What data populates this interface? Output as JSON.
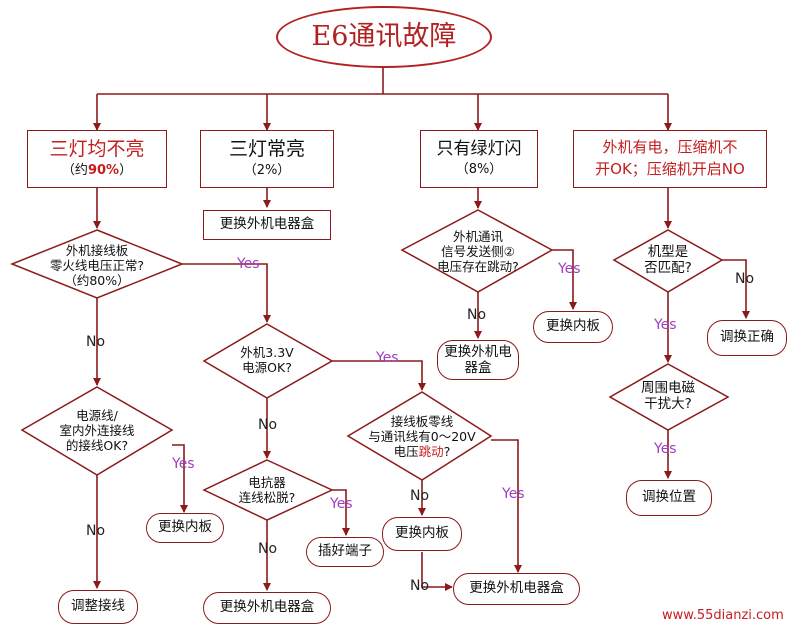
{
  "title": "E6通讯故障",
  "branches": [
    {
      "line1": "三灯均不亮",
      "line2_pre": "（约",
      "line2_hl": "90%",
      "line2_post": "）"
    },
    {
      "line1": "三灯常亮",
      "line2": "（2%）"
    },
    {
      "line1": "只有绿灯闪",
      "line2": "（8%）"
    },
    {
      "line1": "外机有电，压缩机不",
      "line2": "开OK；压缩机开启NO"
    }
  ],
  "decisions": {
    "d1": [
      "外机接线板",
      "零火线电压正常?",
      "（约80%）"
    ],
    "d2": [
      "电源线/",
      "室内外连接线",
      "的接线OK?"
    ],
    "d3": [
      "外机3.3V",
      "电源OK?"
    ],
    "d4": [
      "电抗器",
      "连线松脱?"
    ],
    "d5": [
      "接线板零线",
      "与通讯线有0～20V"
    ],
    "d5_last_pre": "电压",
    "d5_last_hl": "跳动",
    "d5_last_post": "?",
    "d6": [
      "外机通讯",
      "信号发送侧②",
      "电压存在跳动?"
    ],
    "d7": [
      "机型是",
      "否匹配?"
    ],
    "d8": [
      "周围电磁",
      "干扰大?"
    ]
  },
  "actions": {
    "replace_outdoor_box_top": "更换外机电器盒",
    "replace_indoor_board_left": "更换内板",
    "adjust_wiring": "调整接线",
    "plug_terminal": "插好端子",
    "replace_outdoor_box_bottom": "更换外机电器盒",
    "replace_indoor_board_mid": "更换内板",
    "replace_outdoor_box_right": "更换外机电器盒",
    "replace_outdoor_box_green": "更换外机电器盒",
    "replace_indoor_board_green": "更换内板",
    "adjust_correct": "调换正确",
    "adjust_position": "调换位置"
  },
  "labels": {
    "yes": "Yes",
    "no": "No"
  },
  "watermark": "www.55dianzi.com",
  "colors": {
    "line": "#8b1a1a",
    "title": "#b22222",
    "highlight": "#c41e1e",
    "yes": "#a03ec0"
  }
}
